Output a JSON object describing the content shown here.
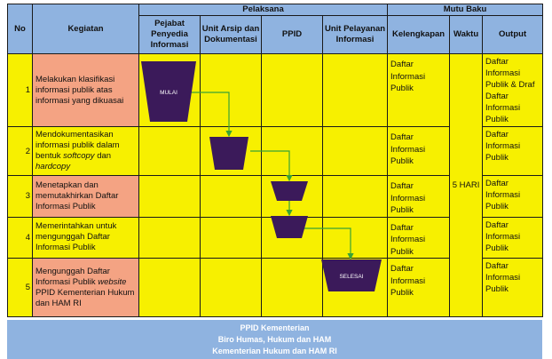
{
  "header": {
    "no": "No",
    "kegiatan": "Kegiatan",
    "pelaksana": "Pelaksana",
    "mutu_baku": "Mutu Baku",
    "col_pejabat": "Pejabat Penyedia Informasi",
    "col_unit_arsip": "Unit Arsip dan Dokumentasi",
    "col_ppid": "PPID",
    "col_unit_pelayanan": "Unit Pelayanan Informasi",
    "col_kelengkapan": "Kelengkapan",
    "col_waktu": "Waktu",
    "col_output": "Output"
  },
  "rows": [
    {
      "no": "1",
      "kegiatan": "Melakukan klasifikasi informasi publik atas informasi yang dikuasai",
      "kelengkapan": "Daftar Informasi Publik",
      "output": "Daftar Informasi Publik & Draf Daftar Informasi Publik"
    },
    {
      "no": "2",
      "kegiatan_a": "Mendokumentasikan informasi publik dalam bentuk ",
      "kegiatan_b": "softcopy",
      "kegiatan_c": " dan ",
      "kegiatan_d": "hardcopy",
      "kelengkapan": "Daftar Informasi Publik",
      "output": "Daftar Informasi Publik"
    },
    {
      "no": "3",
      "kegiatan": "Menetapkan dan memutakhirkan Daftar Informasi Publik",
      "kelengkapan": "Daftar Informasi Publik",
      "output": "Daftar Informasi Publik"
    },
    {
      "no": "4",
      "kegiatan": "Memerintahkan untuk mengunggah Daftar Informasi Publik",
      "kelengkapan": "Daftar Informasi Publik",
      "output": "Daftar Informasi Publik"
    },
    {
      "no": "5",
      "kegiatan_a": "Mengunggah Daftar Informasi Publik ",
      "kegiatan_b": "website",
      "kegiatan_c": " PPID Kementerian Hukum dan HAM RI",
      "kelengkapan": "Daftar Informasi Publik",
      "output": "Daftar Informasi Publik"
    }
  ],
  "waktu": "5 HARI",
  "flow": {
    "start_label": "MULAI",
    "end_label": "SELESAI",
    "shape_color": "#3b1a5a",
    "arrow_color": "#3aa335"
  },
  "footer": {
    "line1": "PPID Kementerian",
    "line2": "Biro Humas, Hukum dan HAM",
    "line3": "Kementerian Hukum dan HAM RI"
  },
  "colors": {
    "header_blue": "#8fb3e0",
    "row_yellow": "#f7f000",
    "kegiatan_salmon": "#f4a383"
  }
}
